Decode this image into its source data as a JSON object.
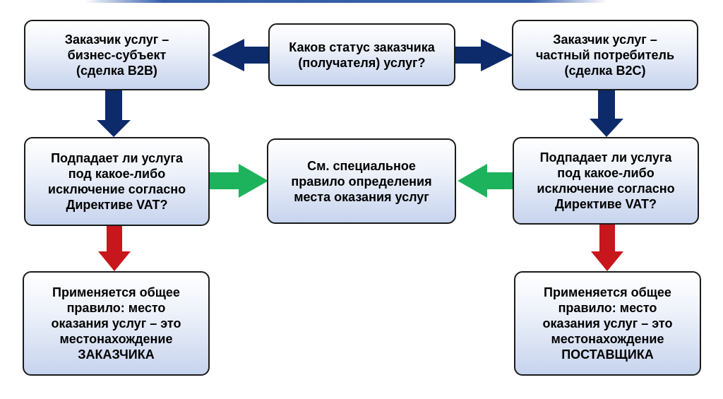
{
  "diagram": {
    "boxes": {
      "center_question": "Каков статус заказчика\n(получателя) услуг?",
      "b2b_customer": "Заказчик услуг –\nбизнес-субъект\n(сделка B2B)",
      "b2c_customer": "Заказчик услуг –\nчастный потребитель\n(сделка B2C)",
      "b2b_exception_question": "Подпадает ли услуга\nпод какое-либо\nисключение согласно\nДирективе VAT?",
      "special_rule": "См. специальное\nправило определения\nместа оказания услуг",
      "b2c_exception_question": "Подпадает ли услуга\nпод какое-либо\nисключение согласно\nДирективе VAT?",
      "b2b_general_rule": "Применяется общее\nправило: место\nоказания услуг – это\nместонахождение\nЗАКАЗЧИКА",
      "b2c_general_rule": "Применяется общее\nправило: место\nоказания услуг – это\nместонахождение\nПОСТАВЩИКА"
    },
    "colors": {
      "arrow_navy": "#0d2a6b",
      "arrow_green": "#1db35c",
      "arrow_red": "#c8161d",
      "box_border": "#1a1a1a",
      "box_fill_top": "#ffffff",
      "box_fill_bottom": "#c7d4ee",
      "header_strip": "#1f4ba0"
    }
  }
}
